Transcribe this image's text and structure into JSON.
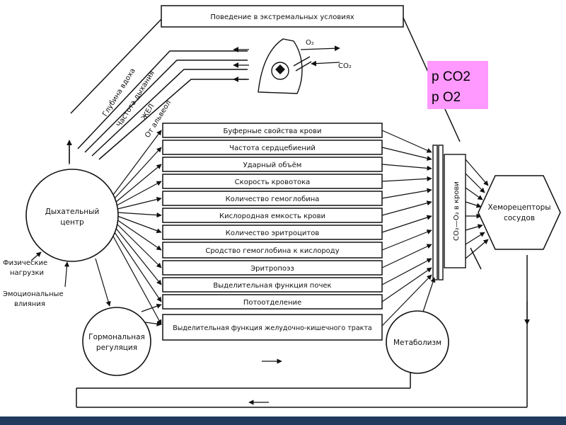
{
  "title_box": "Поведение в экстремальных условиях",
  "gas_labels": {
    "o2": "O₂",
    "co2": "CO₂"
  },
  "lung_arrow_labels": [
    "Глубина вдоха",
    "Частота дыхания",
    "ЖЕЛ",
    "От альвеол"
  ],
  "pink_note": {
    "line1": "p CO2",
    "line2": "p O2",
    "color": "#ff99ff"
  },
  "factor_boxes": [
    "Буферные свойства крови",
    "Частота сердцебиений",
    "Ударный объём",
    "Скорость кровотока",
    "Количество гемоглобина",
    "Кислородная емкость крови",
    "Количество эритроцитов",
    "Сродство гемоглобина к кислороду",
    "Эритропоэз",
    "Выделительная функция почек",
    "Потоотделение",
    "Выделительная функция желудочно-кишечного тракта"
  ],
  "respiratory_center": [
    "Дыхательный",
    "центр"
  ],
  "hormonal": [
    "Гормональная",
    "регуляция"
  ],
  "metabolism": "Метаболизм",
  "chemoreceptors": [
    "Хеморецепторы",
    "сосудов"
  ],
  "blood_column": "CO₂—O₂ в крови",
  "left_inputs": {
    "physical": [
      "Физические",
      "нагрузки"
    ],
    "emotional": [
      "Эмоциональные",
      "влияния"
    ]
  },
  "colors": {
    "bottom_bar": "#1f3a5c",
    "ink": "#111111"
  }
}
